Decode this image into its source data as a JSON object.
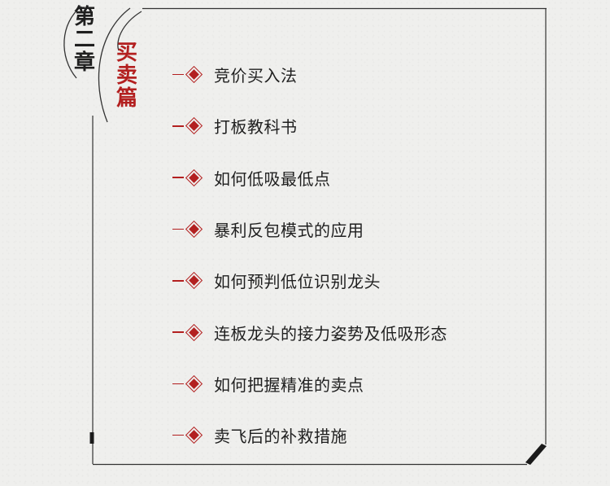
{
  "chapter": {
    "number_chars": [
      "第",
      "二",
      "章"
    ],
    "title_chars": [
      "买",
      "卖",
      "篇"
    ]
  },
  "menu": {
    "items": [
      {
        "label": "竞价买入法"
      },
      {
        "label": "打板教科书"
      },
      {
        "label": "如何低吸最低点"
      },
      {
        "label": "暴利反包模式的应用"
      },
      {
        "label": "如何预判低位识别龙头"
      },
      {
        "label": "连板龙头的接力姿势及低吸形态"
      },
      {
        "label": "如何把握精准的卖点"
      },
      {
        "label": "卖飞后的补救措施"
      }
    ]
  },
  "colors": {
    "accent": "#b32020",
    "text": "#1f1f1f",
    "background": "#efefed"
  },
  "icons": {
    "bullet": "diamond-bullet-icon"
  }
}
